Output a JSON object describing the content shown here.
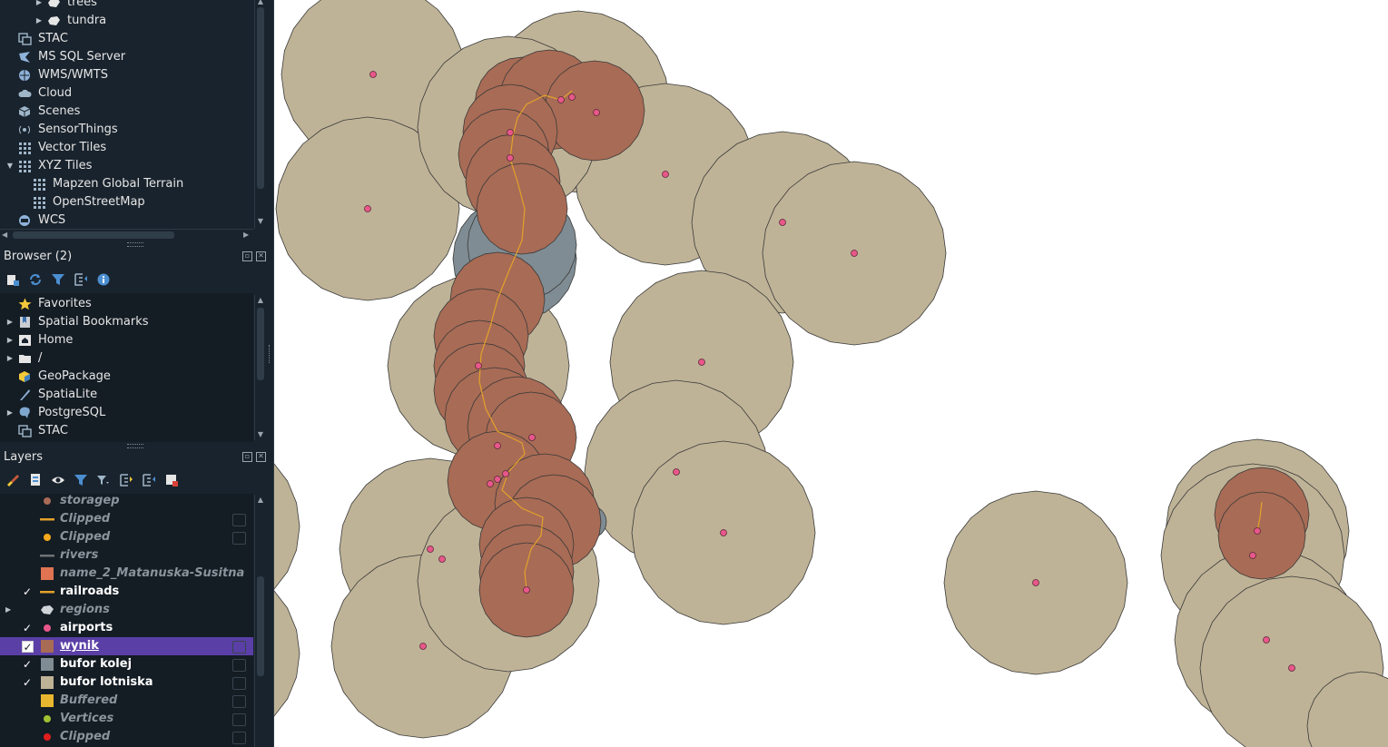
{
  "top_tree": {
    "items": [
      {
        "label": "trees",
        "indent": 3,
        "arrow": "closed",
        "icon": "polygon-layer-icon"
      },
      {
        "label": "tundra",
        "indent": 3,
        "arrow": "closed",
        "icon": "polygon-layer-icon"
      },
      {
        "label": "STAC",
        "indent": 1,
        "arrow": "none",
        "icon": "stac-icon"
      },
      {
        "label": "MS SQL Server",
        "indent": 1,
        "arrow": "none",
        "icon": "mssql-icon"
      },
      {
        "label": "WMS/WMTS",
        "indent": 1,
        "arrow": "none",
        "icon": "globe-icon"
      },
      {
        "label": "Cloud",
        "indent": 1,
        "arrow": "none",
        "icon": "cloud-icon"
      },
      {
        "label": "Scenes",
        "indent": 1,
        "arrow": "none",
        "icon": "cube-icon"
      },
      {
        "label": "SensorThings",
        "indent": 1,
        "arrow": "none",
        "icon": "sensor-icon"
      },
      {
        "label": "Vector Tiles",
        "indent": 1,
        "arrow": "none",
        "icon": "grid-icon"
      },
      {
        "label": "XYZ Tiles",
        "indent": 1,
        "arrow": "open",
        "icon": "grid-icon"
      },
      {
        "label": "Mapzen Global Terrain",
        "indent": 2,
        "arrow": "none",
        "icon": "grid-icon"
      },
      {
        "label": "OpenStreetMap",
        "indent": 2,
        "arrow": "none",
        "icon": "grid-icon"
      },
      {
        "label": "WCS",
        "indent": 1,
        "arrow": "none",
        "icon": "wcs-icon"
      }
    ]
  },
  "browser": {
    "title": "Browser (2)",
    "toolbar": [
      "add-layer-icon",
      "refresh-icon",
      "filter-icon",
      "collapse-all-icon",
      "info-icon"
    ],
    "items": [
      {
        "label": "Favorites",
        "arrow": "none",
        "icon": "star-icon"
      },
      {
        "label": "Spatial Bookmarks",
        "arrow": "closed",
        "icon": "bookmark-icon"
      },
      {
        "label": "Home",
        "arrow": "closed",
        "icon": "home-icon"
      },
      {
        "label": "/",
        "arrow": "closed",
        "icon": "folder-icon"
      },
      {
        "label": "GeoPackage",
        "arrow": "none",
        "icon": "geopackage-icon"
      },
      {
        "label": "SpatiaLite",
        "arrow": "none",
        "icon": "spatialite-icon"
      },
      {
        "label": "PostgreSQL",
        "arrow": "closed",
        "icon": "postgresql-icon"
      },
      {
        "label": "STAC",
        "arrow": "none",
        "icon": "stac-icon"
      }
    ]
  },
  "layers": {
    "title": "Layers",
    "toolbar": [
      "style-icon",
      "add-group-icon",
      "visibility-icon",
      "filter-icon",
      "filter-legend-icon",
      "expand-all-icon",
      "collapse-all-icon",
      "remove-layer-icon"
    ],
    "items": [
      {
        "label": "storagep",
        "checked": false,
        "active": false,
        "symbol": "point",
        "color": "#a86b55",
        "indicator": false,
        "selected": false,
        "expander": false
      },
      {
        "label": "Clipped",
        "checked": false,
        "active": false,
        "symbol": "line",
        "color": "#e2a22b",
        "indicator": true,
        "selected": false,
        "expander": false
      },
      {
        "label": "Clipped",
        "checked": false,
        "active": false,
        "symbol": "point",
        "color": "#f6a91c",
        "indicator": true,
        "selected": false,
        "expander": false
      },
      {
        "label": "rivers",
        "checked": false,
        "active": false,
        "symbol": "line",
        "color": "#6f7478",
        "indicator": false,
        "selected": false,
        "expander": false
      },
      {
        "label": "name_2_Matanuska-Susitna",
        "checked": false,
        "active": false,
        "symbol": "fill",
        "color": "#e07352",
        "indicator": false,
        "selected": false,
        "expander": false
      },
      {
        "label": "railroads",
        "checked": true,
        "active": true,
        "symbol": "line",
        "color": "#e2a22b",
        "indicator": false,
        "selected": false,
        "expander": false
      },
      {
        "label": "regions",
        "checked": false,
        "active": false,
        "symbol": "polygon",
        "color": "#cfd4d8",
        "indicator": false,
        "selected": false,
        "expander": true
      },
      {
        "label": "airports",
        "checked": true,
        "active": true,
        "symbol": "point",
        "color": "#e8578a",
        "indicator": false,
        "selected": false,
        "expander": false
      },
      {
        "label": "wynik",
        "checked": true,
        "active": true,
        "symbol": "fill",
        "color": "#a86b55",
        "indicator": true,
        "selected": true,
        "expander": false
      },
      {
        "label": "bufor kolej",
        "checked": true,
        "active": true,
        "symbol": "fill",
        "color": "#7f8c93",
        "indicator": true,
        "selected": false,
        "expander": false
      },
      {
        "label": "bufor lotniska",
        "checked": true,
        "active": true,
        "symbol": "fill",
        "color": "#bfb397",
        "indicator": true,
        "selected": false,
        "expander": false
      },
      {
        "label": "Buffered",
        "checked": false,
        "active": false,
        "symbol": "fill",
        "color": "#e9b72f",
        "indicator": true,
        "selected": false,
        "expander": false
      },
      {
        "label": "Vertices",
        "checked": false,
        "active": false,
        "symbol": "point",
        "color": "#9ec232",
        "indicator": true,
        "selected": false,
        "expander": false
      },
      {
        "label": "Clipped",
        "checked": false,
        "active": false,
        "symbol": "point",
        "color": "#e11d1d",
        "indicator": true,
        "selected": false,
        "expander": false
      }
    ]
  },
  "map": {
    "colors": {
      "airport_buffer": "#bfb397",
      "rail_buffer": "#7f8c93",
      "result": "#a86b55",
      "railroad": "#e2a22b",
      "airport": "#e8578a",
      "outline": "#3a3a3a"
    }
  }
}
